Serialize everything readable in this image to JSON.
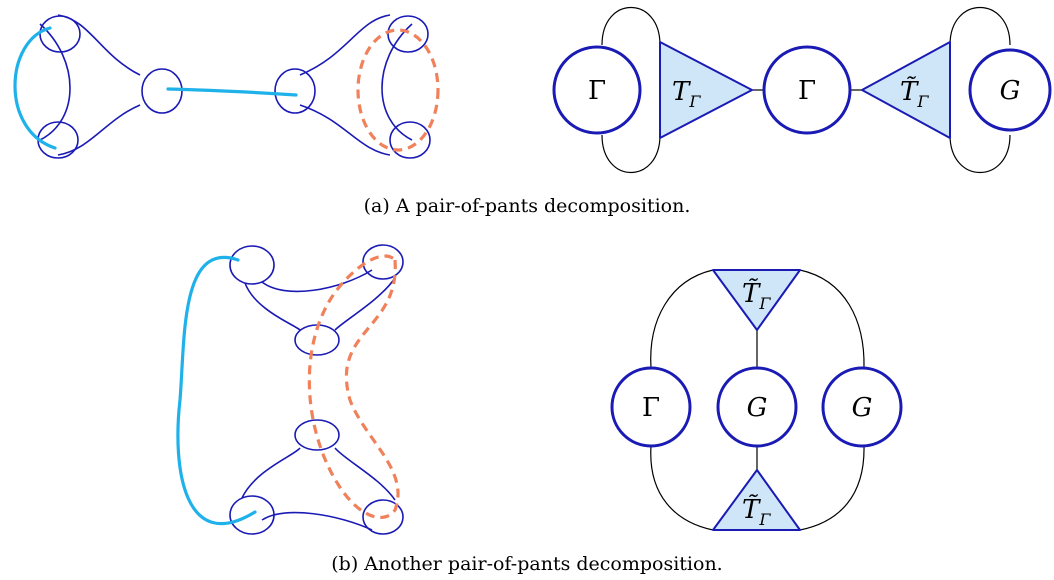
{
  "captions": {
    "a": "(a) A pair-of-pants decomposition.",
    "b": "(b) Another pair-of-pants decomposition."
  },
  "graph_a": {
    "node_1": "Γ",
    "tensor_1": "T",
    "tensor_1_sub": "Γ",
    "node_2": "Γ",
    "tensor_2": "T̃",
    "tensor_2_sub": "Γ",
    "node_3": "G"
  },
  "graph_b": {
    "tensor_top": "T̃",
    "tensor_top_sub": "Γ",
    "node_left": "Γ",
    "node_mid": "G",
    "node_right": "G",
    "tensor_bottom": "T̃",
    "tensor_bottom_sub": "Γ"
  },
  "colors": {
    "surface": "#1a1ab5",
    "curve_solid": "#1fb2ea",
    "curve_dashed": "#f0815a",
    "tensor_fill": "#cfe6f8"
  }
}
